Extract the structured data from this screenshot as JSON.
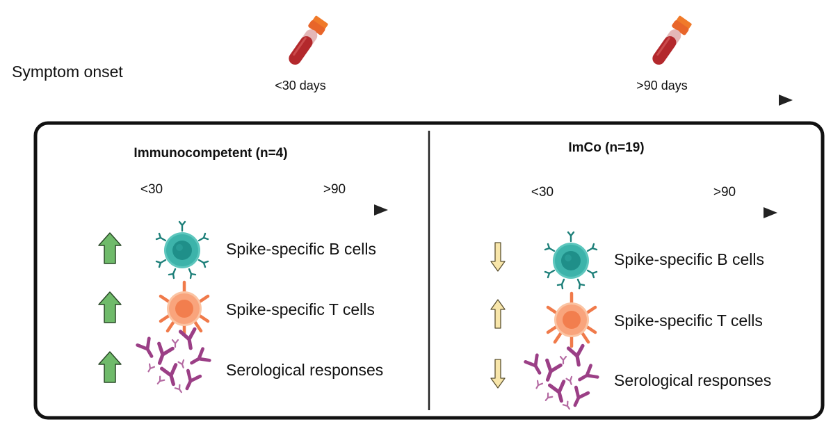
{
  "timeline": {
    "label": "Symptom onset",
    "early_label": "<30 days",
    "late_label": ">90 days"
  },
  "panels": [
    {
      "title": "Immunocompetent (n=4)",
      "early": "<30",
      "late": ">90",
      "rows": [
        {
          "label": "Spike-specific B cells",
          "trend": "up",
          "cell": "b-cell"
        },
        {
          "label": "Spike-specific T cells",
          "trend": "up",
          "cell": "t-cell"
        },
        {
          "label": "Serological responses",
          "trend": "up",
          "cell": "antibodies"
        }
      ]
    },
    {
      "title": "ImCo (n=19)",
      "early": "<30",
      "late": ">90",
      "rows": [
        {
          "label": "Spike-specific B cells",
          "trend": "down",
          "cell": "b-cell"
        },
        {
          "label": "Spike-specific T cells",
          "trend": "up",
          "cell": "t-cell"
        },
        {
          "label": "Serological responses",
          "trend": "down",
          "cell": "antibodies"
        }
      ]
    }
  ],
  "colors": {
    "strong_up": "#6fba6a",
    "weak": "#f8e6aa",
    "b_cell": "#2fb0a8",
    "t_cell": "#f58b5e",
    "antibody": "#9b3f86",
    "tube_blood": "#b3282c",
    "tube_cap": "#f07a2a"
  }
}
